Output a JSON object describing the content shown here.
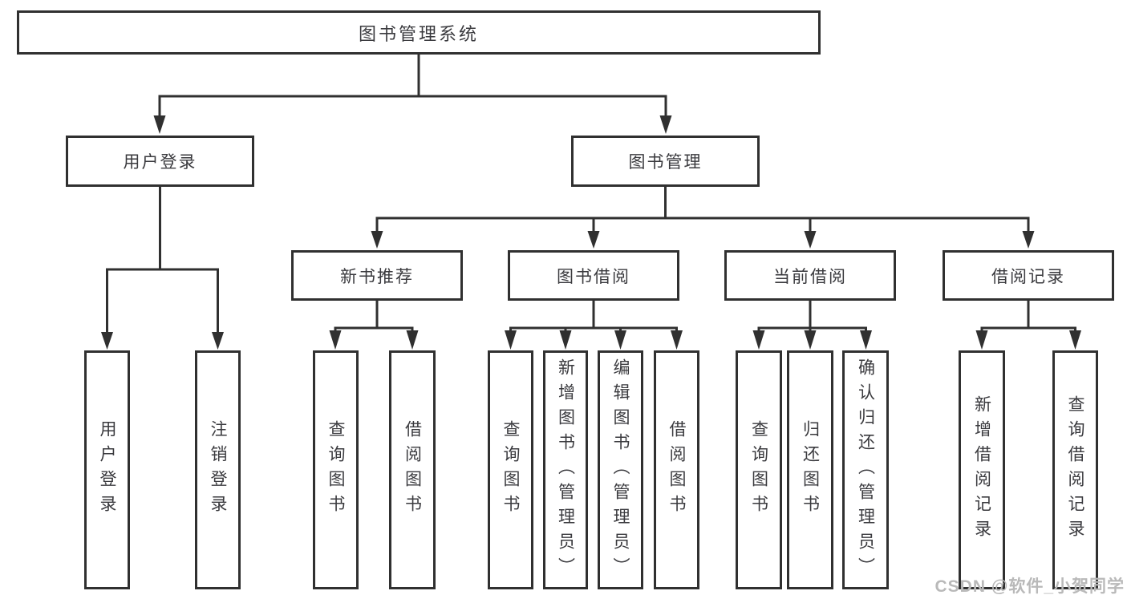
{
  "colors": {
    "line": "#303030",
    "text": "#3a3a3e",
    "watermark": "#b9b9b9",
    "background": "#ffffff"
  },
  "diagram": {
    "title": "图书管理系统",
    "branches": [
      {
        "label": "用户登录",
        "children": [
          "用户登录",
          "注销登录"
        ]
      },
      {
        "label": "图书管理",
        "children": [
          {
            "label": "新书推荐",
            "children": [
              "查询图书",
              "借阅图书"
            ]
          },
          {
            "label": "图书借阅",
            "children": [
              "查询图书",
              "新增图书（管理员）",
              "编辑图书（管理员）",
              "借阅图书"
            ]
          },
          {
            "label": "当前借阅",
            "children": [
              "查询图书",
              "归还图书",
              "确认归还（管理员）"
            ]
          },
          {
            "label": "借阅记录",
            "children": [
              "新增借阅记录",
              "查询借阅记录"
            ]
          }
        ]
      }
    ]
  },
  "meta": {
    "watermark": "CSDN @软件_小贺同学"
  }
}
